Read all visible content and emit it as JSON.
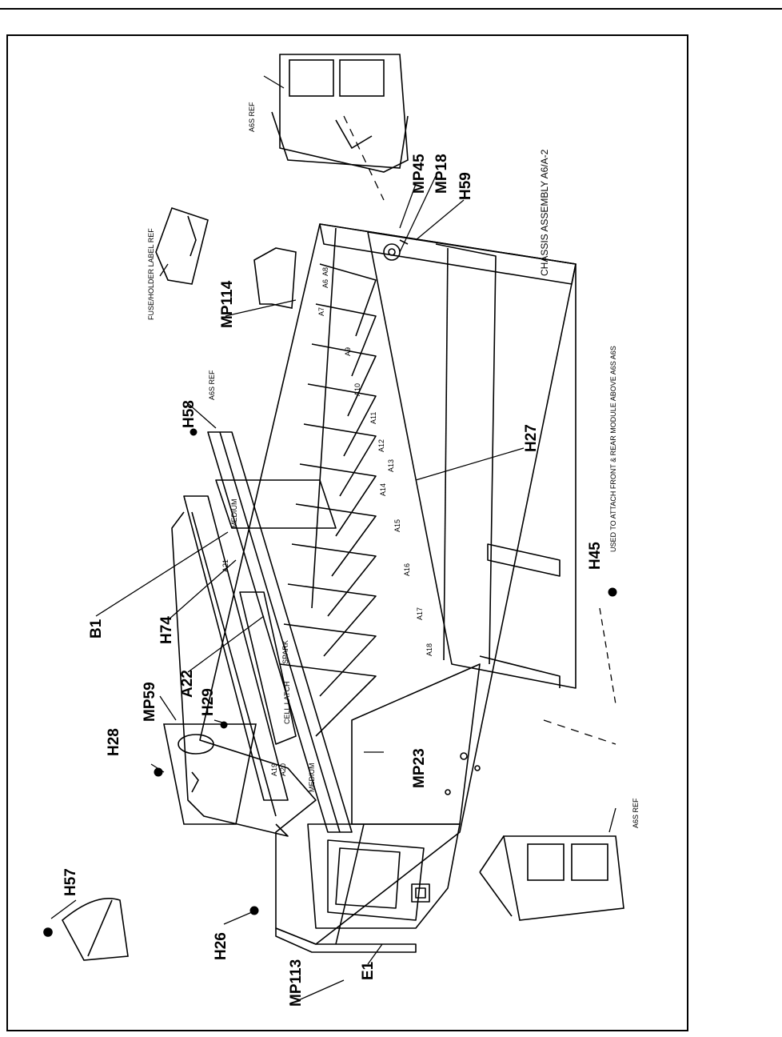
{
  "diagram": {
    "title": "CHASSIS ASSEMBLY A6/A-2",
    "callouts": {
      "H57": "H57",
      "H26": "H26",
      "MP113": "MP113",
      "E1": "E1",
      "H28": "H28",
      "MP59": "MP59",
      "H29": "H29",
      "A22": "A22",
      "H74": "H74",
      "B1": "B1",
      "MP23": "MP23",
      "H58": "H58",
      "MP114": "MP114",
      "MP45": "MP45",
      "MP18": "MP18",
      "H59": "H59",
      "H27": "H27",
      "H45": "H45"
    },
    "notes": {
      "a6s_ref_top": "A6S REF",
      "a6s_ref_bottom": "A6S REF",
      "a6s_ref_mid": "A6S REF",
      "fuse_holder": "FUSE/HOLDER LABEL REF",
      "h45_note": "USED TO ATTACH FRONT & REAR MODULE ABOVE A6S A6S"
    },
    "slot_labels": [
      "A8",
      "A7",
      "A6",
      "A9",
      "A10",
      "A11",
      "A12",
      "A13",
      "A14",
      "A15",
      "A16",
      "A17",
      "A18",
      "A19",
      "A20",
      "A21"
    ],
    "panel_labels": {
      "medium_top": "MEDIUM",
      "medium_bottom": "MEDIUM",
      "cell_label": "CELL LATCH",
      "spark": "SPARK"
    }
  }
}
